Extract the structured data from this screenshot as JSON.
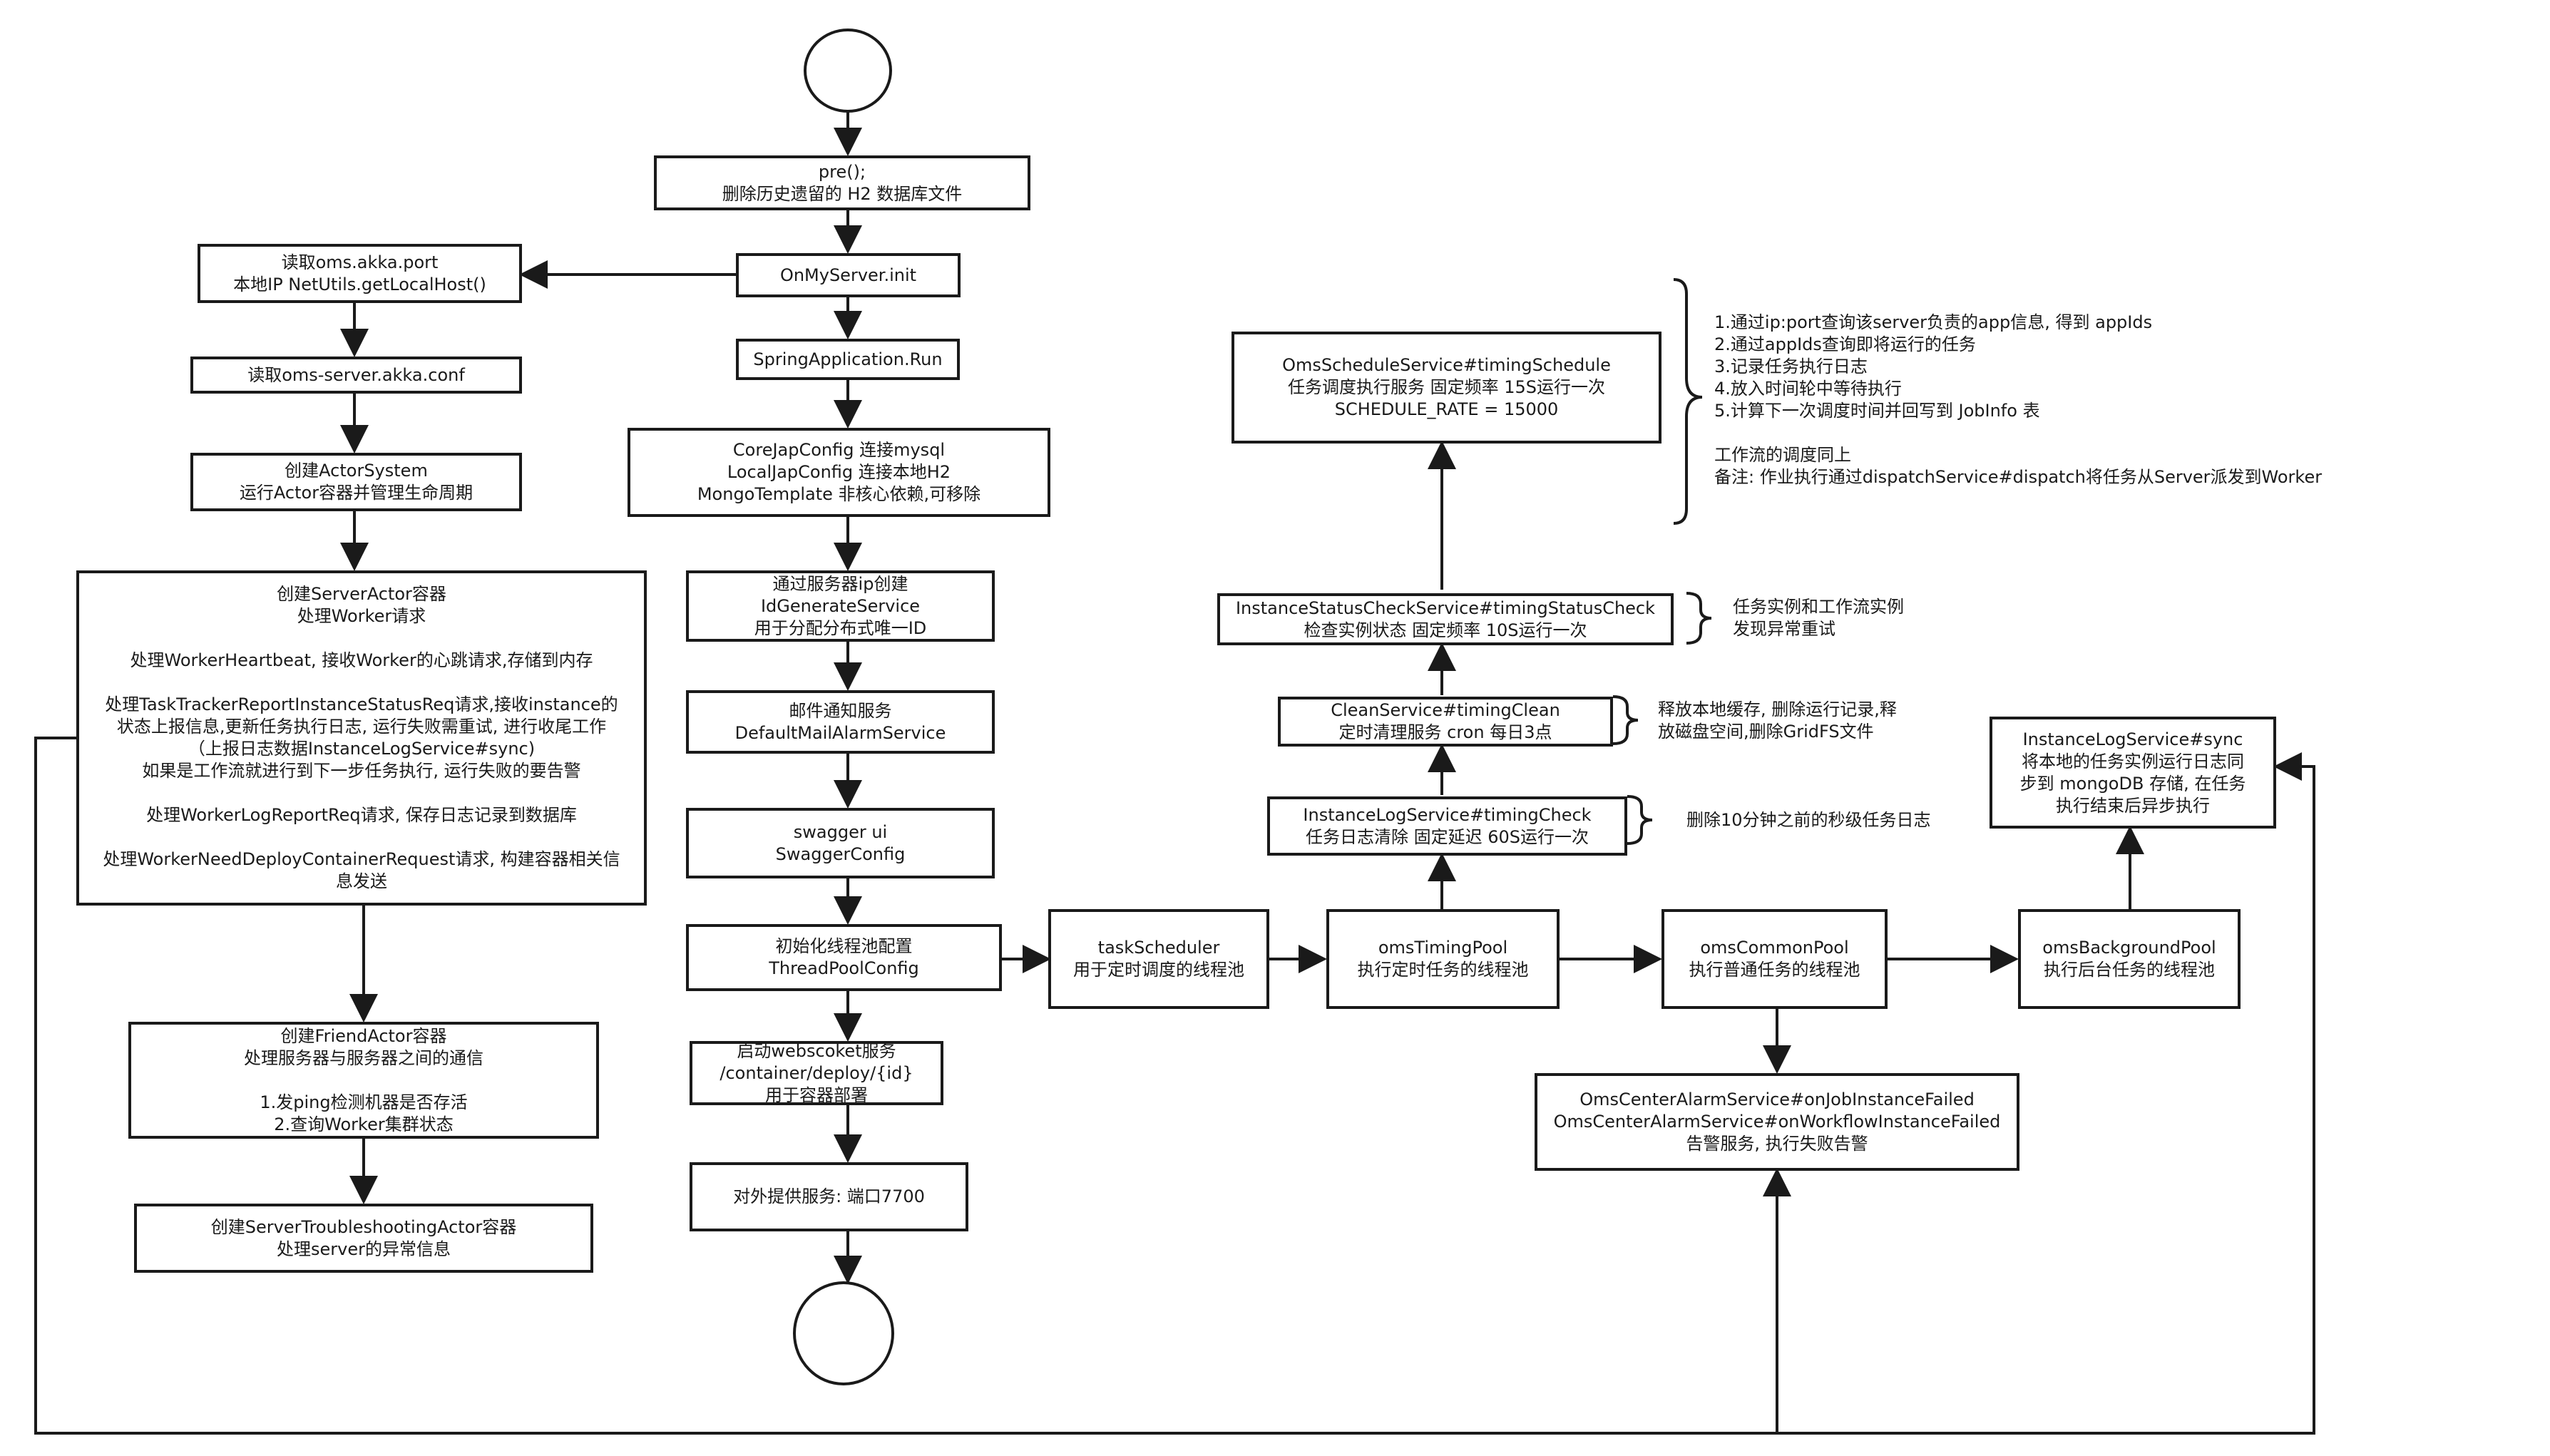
{
  "pre_box": {
    "lines": [
      "pre();",
      "删除历史遗留的 H2 数据库文件"
    ]
  },
  "init_box": {
    "lines": [
      "OnMyServer.init"
    ]
  },
  "spring_box": {
    "lines": [
      "SpringApplication.Run"
    ]
  },
  "config_box": {
    "lines": [
      "CoreJapConfig  连接mysql",
      "LocalJapConfig 连接本地H2",
      "MongoTemplate 非核心依赖,可移除"
    ]
  },
  "idgen_box": {
    "lines": [
      "通过服务器ip创建",
      "IdGenerateService",
      "用于分配分布式唯一ID"
    ]
  },
  "mail_box": {
    "lines": [
      "邮件通知服务",
      "DefaultMailAlarmService"
    ]
  },
  "swagger_box": {
    "lines": [
      "swagger ui",
      "SwaggerConfig"
    ]
  },
  "threadpool_box": {
    "lines": [
      "初始化线程池配置",
      "ThreadPoolConfig"
    ]
  },
  "websocket_box": {
    "lines": [
      "启动webscoket服务",
      "/container/deploy/{id}",
      "用于容器部署"
    ]
  },
  "port_box": {
    "lines": [
      "对外提供服务: 端口7700"
    ]
  },
  "akka_port_box": {
    "lines": [
      "读取oms.akka.port",
      "本地IP NetUtils.getLocalHost()"
    ]
  },
  "akka_conf_box": {
    "lines": [
      "读取oms-server.akka.conf"
    ]
  },
  "actor_system_box": {
    "lines": [
      "创建ActorSystem",
      "运行Actor容器并管理生命周期"
    ]
  },
  "server_actor_box": {
    "lines": [
      "创建ServerActor容器",
      "处理Worker请求",
      "",
      "处理WorkerHeartbeat, 接收Worker的心跳请求,存储到内存",
      "",
      "处理TaskTrackerReportInstanceStatusReq请求,接收instance的",
      "状态上报信息,更新任务执行日志, 运行失败需重试, 进行收尾工作",
      "（上报日志数据InstanceLogService#sync)",
      "如果是工作流就进行到下一步任务执行, 运行失败的要告警",
      "",
      "处理WorkerLogReportReq请求, 保存日志记录到数据库",
      "",
      "处理WorkerNeedDeployContainerRequest请求, 构建容器相关信",
      "息发送"
    ]
  },
  "friend_actor_box": {
    "lines": [
      "创建FriendActor容器",
      "处理服务器与服务器之间的通信",
      "",
      "1.发ping检测机器是否存活",
      "2.查询Worker集群状态"
    ]
  },
  "troubleshoot_box": {
    "lines": [
      "创建ServerTroubleshootingActor容器",
      "处理server的异常信息"
    ]
  },
  "task_scheduler_box": {
    "lines": [
      "taskScheduler",
      "用于定时调度的线程池"
    ]
  },
  "timing_pool_box": {
    "lines": [
      "omsTimingPool",
      "执行定时任务的线程池"
    ]
  },
  "common_pool_box": {
    "lines": [
      "omsCommonPool",
      "执行普通任务的线程池"
    ]
  },
  "background_pool_box": {
    "lines": [
      "omsBackgroundPool",
      "执行后台任务的线程池"
    ]
  },
  "alarm_box": {
    "lines": [
      "OmsCenterAlarmService#onJobInstanceFailed",
      "OmsCenterAlarmService#onWorkflowInstanceFailed",
      "告警服务, 执行失败告警"
    ]
  },
  "log_sync_box": {
    "lines": [
      "InstanceLogService#sync",
      "将本地的任务实例运行日志同",
      "步到 mongoDB 存储, 在任务",
      "执行结束后异步执行"
    ]
  },
  "log_check_box": {
    "lines": [
      "InstanceLogService#timingCheck",
      "任务日志清除  固定延迟 60S运行一次"
    ]
  },
  "clean_box": {
    "lines": [
      "CleanService#timingClean",
      "定时清理服务  cron 每日3点"
    ]
  },
  "status_check_box": {
    "lines": [
      "InstanceStatusCheckService#timingStatusCheck",
      "检查实例状态  固定频率 10S运行一次"
    ]
  },
  "schedule_box": {
    "lines": [
      "OmsScheduleService#timingSchedule",
      "任务调度执行服务  固定频率 15S运行一次",
      "SCHEDULE_RATE = 15000"
    ]
  },
  "schedule_note": {
    "lines": [
      "1.通过ip:port查询该server负责的app信息, 得到 appIds",
      "2.通过appIds查询即将运行的任务",
      "3.记录任务执行日志",
      "4.放入时间轮中等待执行",
      "5.计算下一次调度时间并回写到 JobInfo 表",
      "",
      "工作流的调度同上",
      "备注: 作业执行通过dispatchService#dispatch将任务从Server派发到Worker"
    ]
  },
  "status_note": {
    "lines": [
      "任务实例和工作流实例",
      "发现异常重试"
    ]
  },
  "clean_note": {
    "lines": [
      "释放本地缓存, 删除运行记录,释",
      "放磁盘空间,删除GridFS文件"
    ]
  },
  "log_check_note": {
    "lines": [
      "删除10分钟之前的秒级任务日志"
    ]
  }
}
